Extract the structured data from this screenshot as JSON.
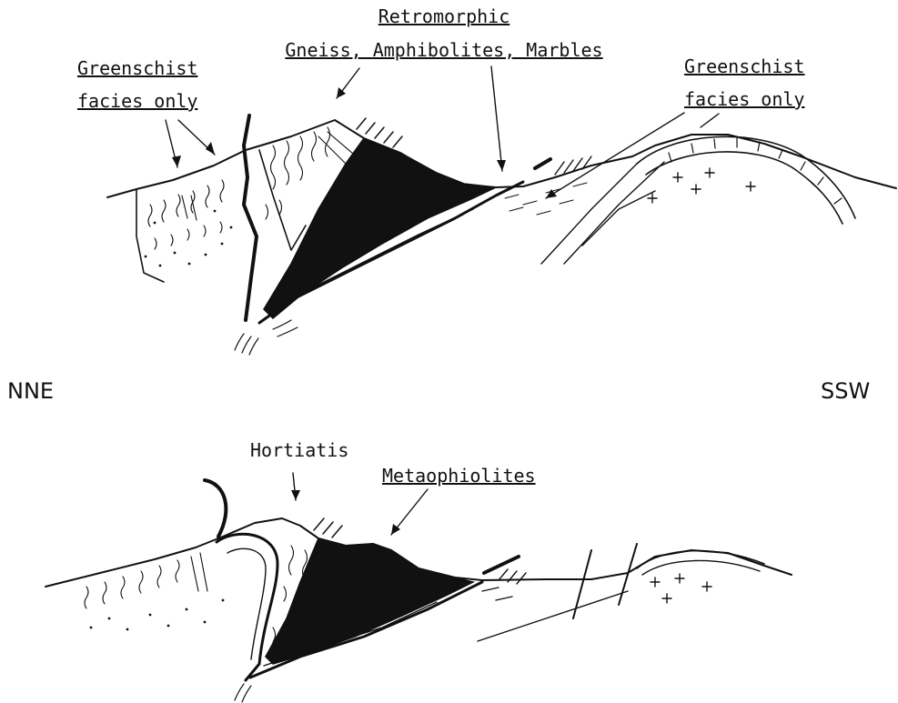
{
  "labels": {
    "retromorphic": "Retromorphic",
    "gneiss": "Gneiss, Amphibolites, Marbles",
    "greenschist_left_1": "Greenschist",
    "greenschist_left_2": "facies only",
    "greenschist_right_1": "Greenschist",
    "greenschist_right_2": "facies only",
    "nne": "NNE",
    "ssw": "SSW",
    "hortiatis": "Hortiatis",
    "metaophiolites": "Metaophiolites"
  },
  "colors": {
    "ink": "#111111",
    "paper": "#ffffff"
  }
}
